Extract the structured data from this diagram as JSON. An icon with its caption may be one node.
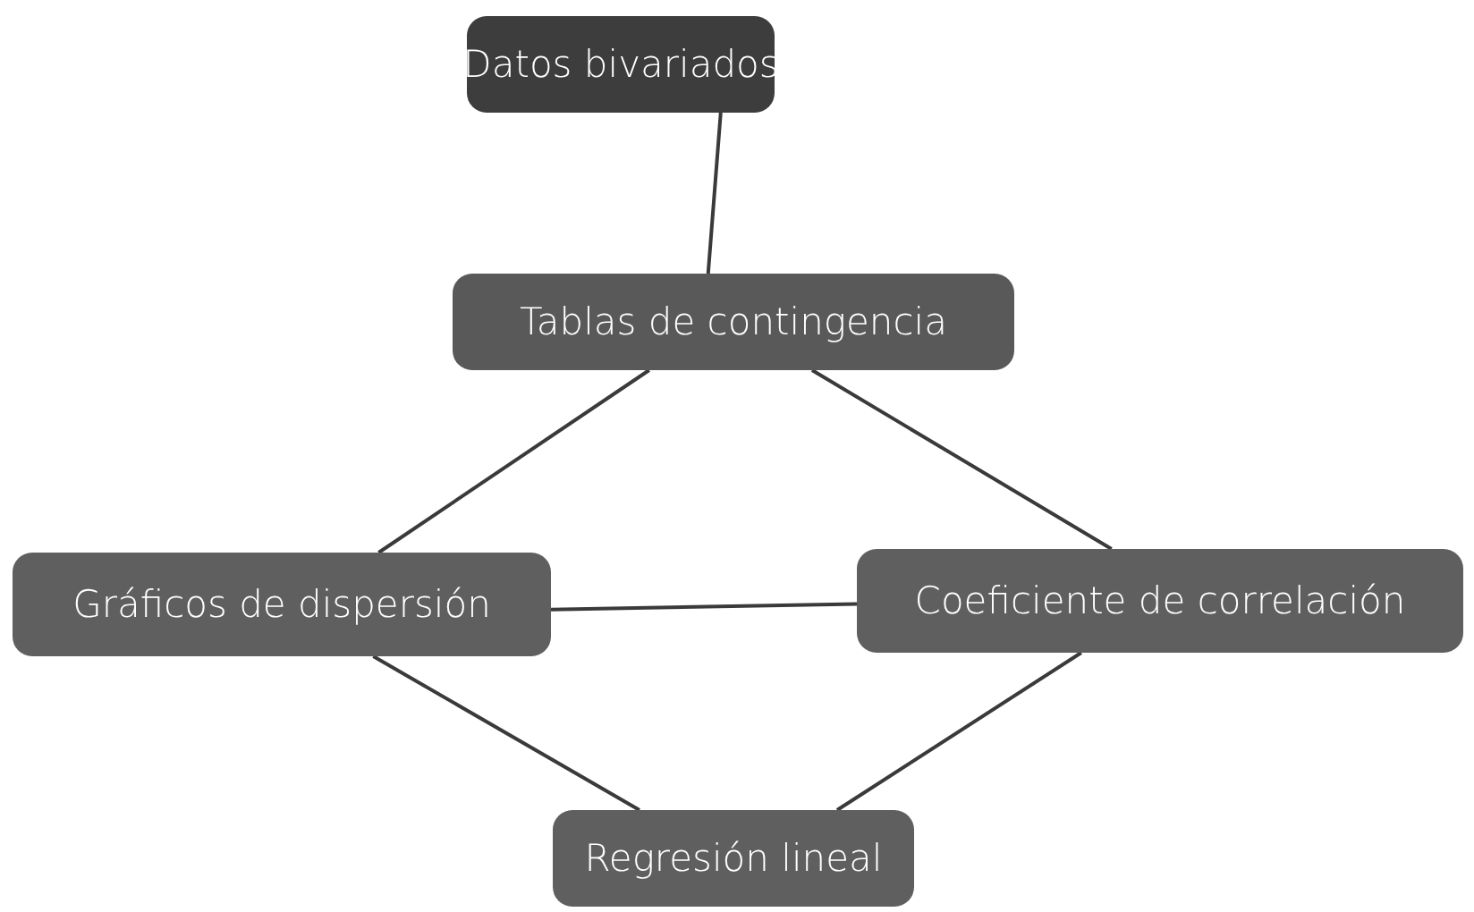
{
  "diagram": {
    "nodes": [
      {
        "text": [
          "Datos bivariados"
        ]
      },
      {
        "text": [
          "Tablas de contingencia"
        ]
      },
      {
        "text": [
          "Gráficos de dispersión"
        ]
      },
      {
        "text": [
          "Coeficiente de correlación"
        ]
      },
      {
        "text": [
          "Regresión lineal"
        ]
      }
    ],
    "edges": [
      {
        "from": 0,
        "to": 1,
        "arrow": "none"
      },
      {
        "from": 1,
        "to": 2,
        "arrow": "none"
      },
      {
        "from": 1,
        "to": 3,
        "arrow": "none"
      },
      {
        "from": 2,
        "to": 3,
        "arrow": "none"
      },
      {
        "from": 2,
        "to": 4,
        "arrow": "none"
      },
      {
        "from": 3,
        "to": 4,
        "arrow": "none"
      }
    ]
  }
}
